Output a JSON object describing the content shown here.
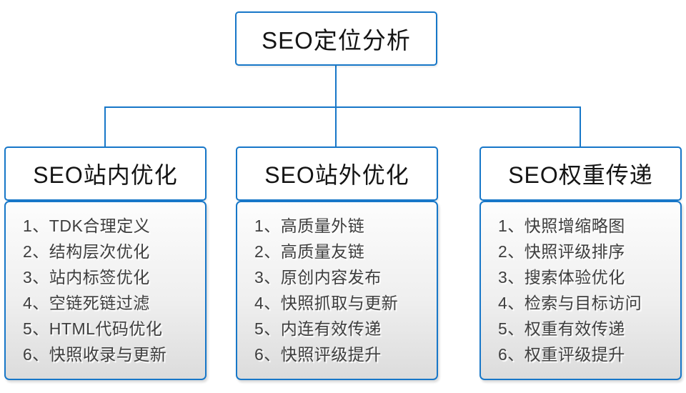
{
  "diagram": {
    "title": "SEO定位分析",
    "root": {
      "label": "SEO定位分析"
    },
    "columns": [
      {
        "header": "SEO站内优化",
        "items": [
          "1、TDK合理定义",
          "2、结构层次优化",
          "3、站内标签优化",
          "4、空链死链过滤",
          "5、HTML代码优化",
          "6、快照收录与更新"
        ]
      },
      {
        "header": "SEO站外优化",
        "items": [
          "1、高质量外链",
          "2、高质量友链",
          "3、原创内容发布",
          "4、快照抓取与更新",
          "5、内连有效传递",
          "6、快照评级提升"
        ]
      },
      {
        "header": "SEO权重传递",
        "items": [
          "1、快照增缩略图",
          "2、快照评级排序",
          "3、搜索体验优化",
          "4、检索与目标访问",
          "5、权重有效传递",
          "6、权重评级提升"
        ]
      }
    ],
    "colors": {
      "border_blue": "#1777c8",
      "connector_blue": "#1777c8",
      "heading_text": "#141414",
      "item_text": "#3e3e3e",
      "list_bg_top": "#fdfdfd",
      "list_bg_bottom": "#dcdcdc",
      "page_bg": "#ffffff"
    }
  }
}
